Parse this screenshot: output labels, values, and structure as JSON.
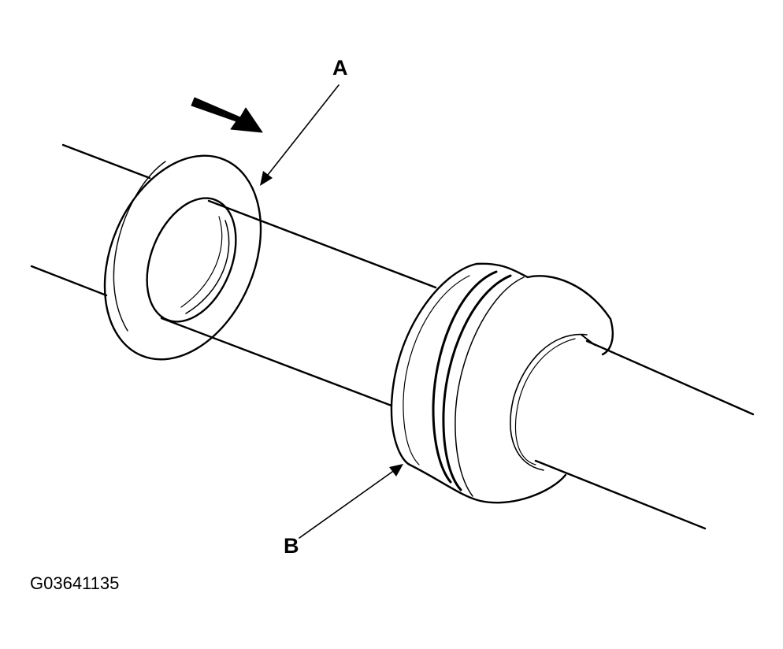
{
  "callouts": {
    "a": "A",
    "b": "B"
  },
  "figure_id": "G03641135",
  "colors": {
    "ink": "#000000",
    "paper": "#ffffff"
  }
}
